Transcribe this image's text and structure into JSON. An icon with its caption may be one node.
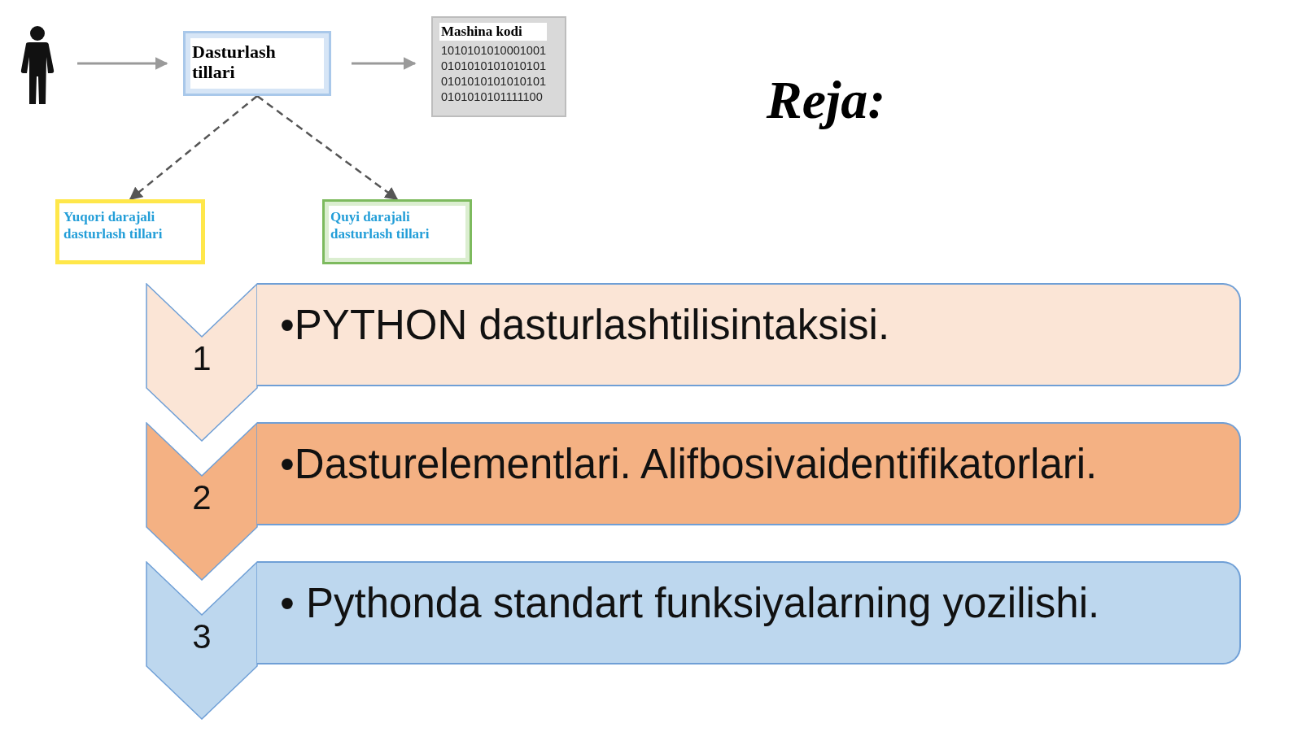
{
  "diagram": {
    "title": "Reja:",
    "nodes": [
      {
        "text": [],
        "shape": "person"
      },
      {
        "text": [
          "Dasturlash tillari"
        ]
      },
      {
        "text": [
          "Mashina kodi",
          "1010101010001001 0101010101010101 0101010101010101 0101010101111100"
        ]
      },
      {
        "text": [
          "Yuqori darajali dasturlash tillari"
        ]
      },
      {
        "text": [
          "Quyi darajali dasturlash tillari"
        ]
      },
      {
        "text": [
          "1"
        ]
      },
      {
        "text": [
          "•PYTHON dasturlashtilisintaksisi."
        ]
      },
      {
        "text": [
          "2"
        ]
      },
      {
        "text": [
          "•Dasturelementlari. Alifbosivaidentifikatorlari."
        ]
      },
      {
        "text": [
          "3"
        ]
      },
      {
        "text": [
          "• Pythonda standart funksiyalarning yozilishi."
        ]
      }
    ],
    "edges": [
      {
        "from": 0,
        "to": 1,
        "arrow": "to"
      },
      {
        "from": 1,
        "to": 2,
        "arrow": "to"
      },
      {
        "from": 1,
        "to": 3,
        "arrow": "to",
        "style": "dashed"
      },
      {
        "from": 1,
        "to": 4,
        "arrow": "to",
        "style": "dashed"
      }
    ]
  }
}
